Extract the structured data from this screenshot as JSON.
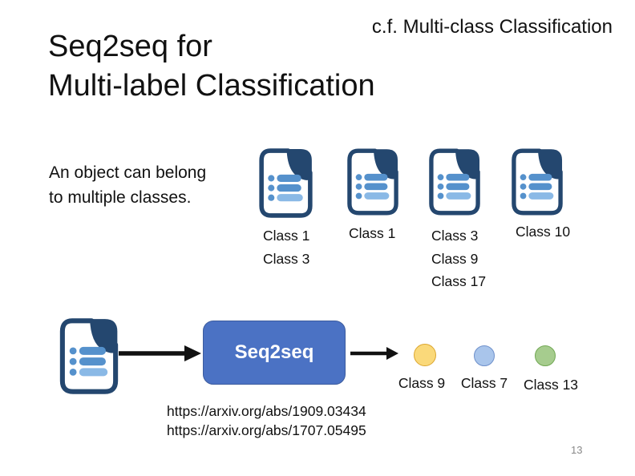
{
  "slide": {
    "corner_note": "c.f. Multi-class Classification",
    "title": "Seq2seq for\nMulti-label Classification",
    "intro": "An object can belong\nto multiple classes.",
    "page_number": "13"
  },
  "examples": [
    {
      "labels": [
        "Class 1",
        "Class 3"
      ]
    },
    {
      "labels": [
        "Class 1"
      ]
    },
    {
      "labels": [
        "Class 3",
        "Class 9",
        "Class 17"
      ]
    },
    {
      "labels": [
        "Class 10"
      ]
    }
  ],
  "pipeline": {
    "model_label": "Seq2seq",
    "outputs": [
      {
        "label": "Class 9",
        "fill": "#FAD97A",
        "border": "#DCA62F"
      },
      {
        "label": "Class 7",
        "fill": "#A9C5EB",
        "border": "#6E90CB"
      },
      {
        "label": "Class 13",
        "fill": "#A6CC8E",
        "border": "#72A854"
      }
    ],
    "links": [
      "https://arxiv.org/abs/1909.03434",
      "https://arxiv.org/abs/1707.05495"
    ]
  },
  "colors": {
    "model_fill": "#4B72C4",
    "model_border": "#3C5C9E",
    "doc_navy": "#24476F",
    "doc_blue": "#5591CC",
    "doc_blue_light": "#8AB9E6",
    "arrow": "#111111",
    "page_number": "#898989"
  }
}
